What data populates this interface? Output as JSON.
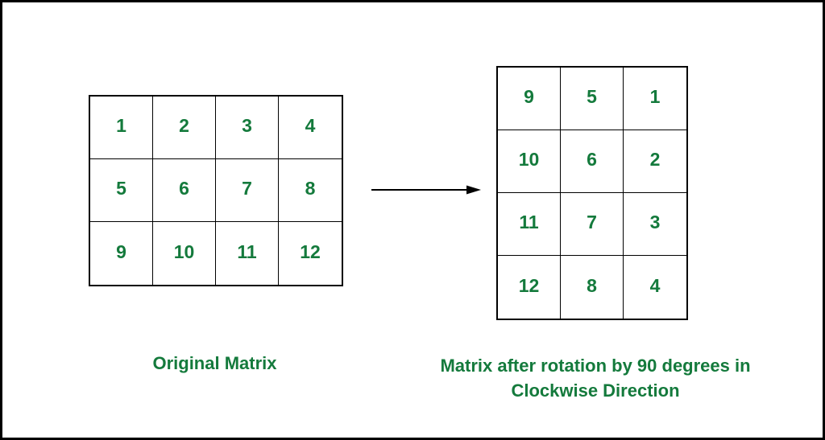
{
  "figure": {
    "background": "#ffffff",
    "frame_color": "#000000",
    "text_color": "#147A3C",
    "arrow_color": "#000000"
  },
  "original_matrix": {
    "label": "Original Matrix",
    "rows": [
      [
        1,
        2,
        3,
        4
      ],
      [
        5,
        6,
        7,
        8
      ],
      [
        9,
        10,
        11,
        12
      ]
    ]
  },
  "rotated_matrix": {
    "label_lines": [
      "Matrix after rotation by 90 degrees in",
      "Clockwise Direction"
    ],
    "rows": [
      [
        9,
        5,
        1
      ],
      [
        10,
        6,
        2
      ],
      [
        11,
        7,
        3
      ],
      [
        12,
        8,
        4
      ]
    ]
  },
  "arrow": {
    "direction": "right"
  }
}
